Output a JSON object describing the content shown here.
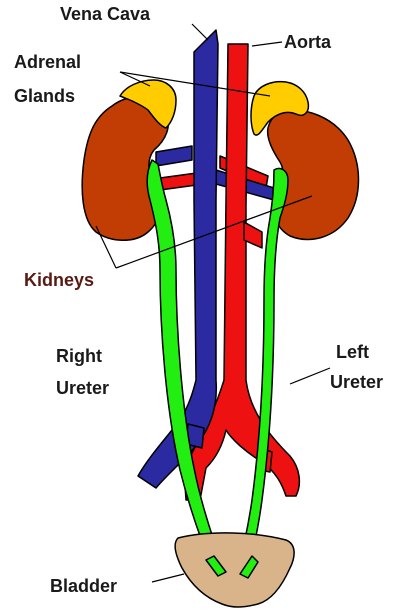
{
  "colors": {
    "vein": "#2b2aa0",
    "artery": "#ee1111",
    "kidney": "#c23d03",
    "adrenal": "#ffcc00",
    "ureter": "#22ee11",
    "bladder": "#d9b48a",
    "label": "#1a1a1a",
    "kidney_label": "#5a1a14",
    "pointer": "#000000"
  },
  "labels": {
    "vena_cava": "Vena Cava",
    "aorta": "Aorta",
    "adrenal_line1": "Adrenal",
    "adrenal_line2": "Glands",
    "kidneys": "Kidneys",
    "right_ureter_line1": "Right",
    "right_ureter_line2": "Ureter",
    "left_ureter_line1": "Left",
    "left_ureter_line2": "Ureter",
    "bladder": "Bladder"
  }
}
